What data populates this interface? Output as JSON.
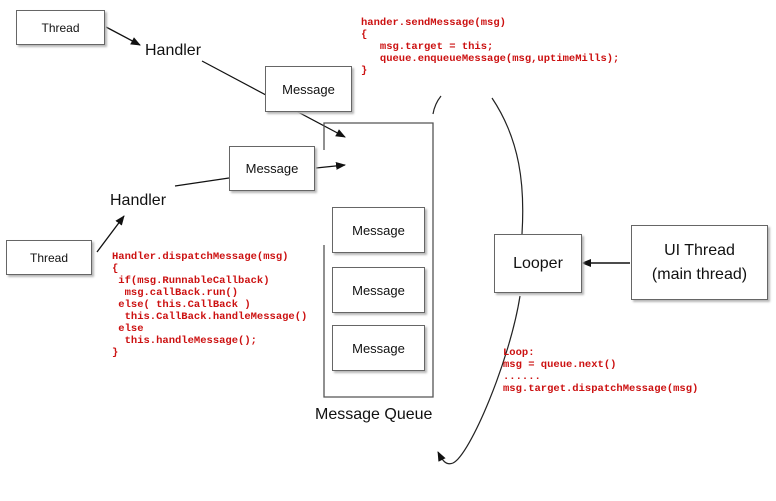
{
  "threads": {
    "top": "Thread",
    "bottom": "Thread"
  },
  "handlers": {
    "top": "Handler",
    "bottom": "Handler"
  },
  "messages": {
    "incoming_top": "Message",
    "incoming_bottom": "Message"
  },
  "queue": {
    "label": "Message Queue",
    "items": [
      "Message",
      "Message",
      "Message"
    ]
  },
  "looper": {
    "label": "Looper"
  },
  "ui_thread": {
    "line1": "UI Thread",
    "line2": "(main thread)"
  },
  "code": {
    "send": "hander.sendMessage(msg)\n{\n   msg.target = this;\n   queue.enqueueMessage(msg,uptimeMills);\n}",
    "dispatch": "Handler.dispatchMessage(msg)\n{\n if(msg.RunnableCallback)\n  msg.callBack.run()\n else( this.CallBack )\n  this.CallBack.handleMessage()\n else\n  this.handleMessage();\n}",
    "loop": "Loop:\nmsg = queue.next()\n......\nmsg.target.dispatchMessage(msg)"
  },
  "colors": {
    "code": "#cc1111",
    "line": "#111111",
    "box_border": "#666666"
  }
}
